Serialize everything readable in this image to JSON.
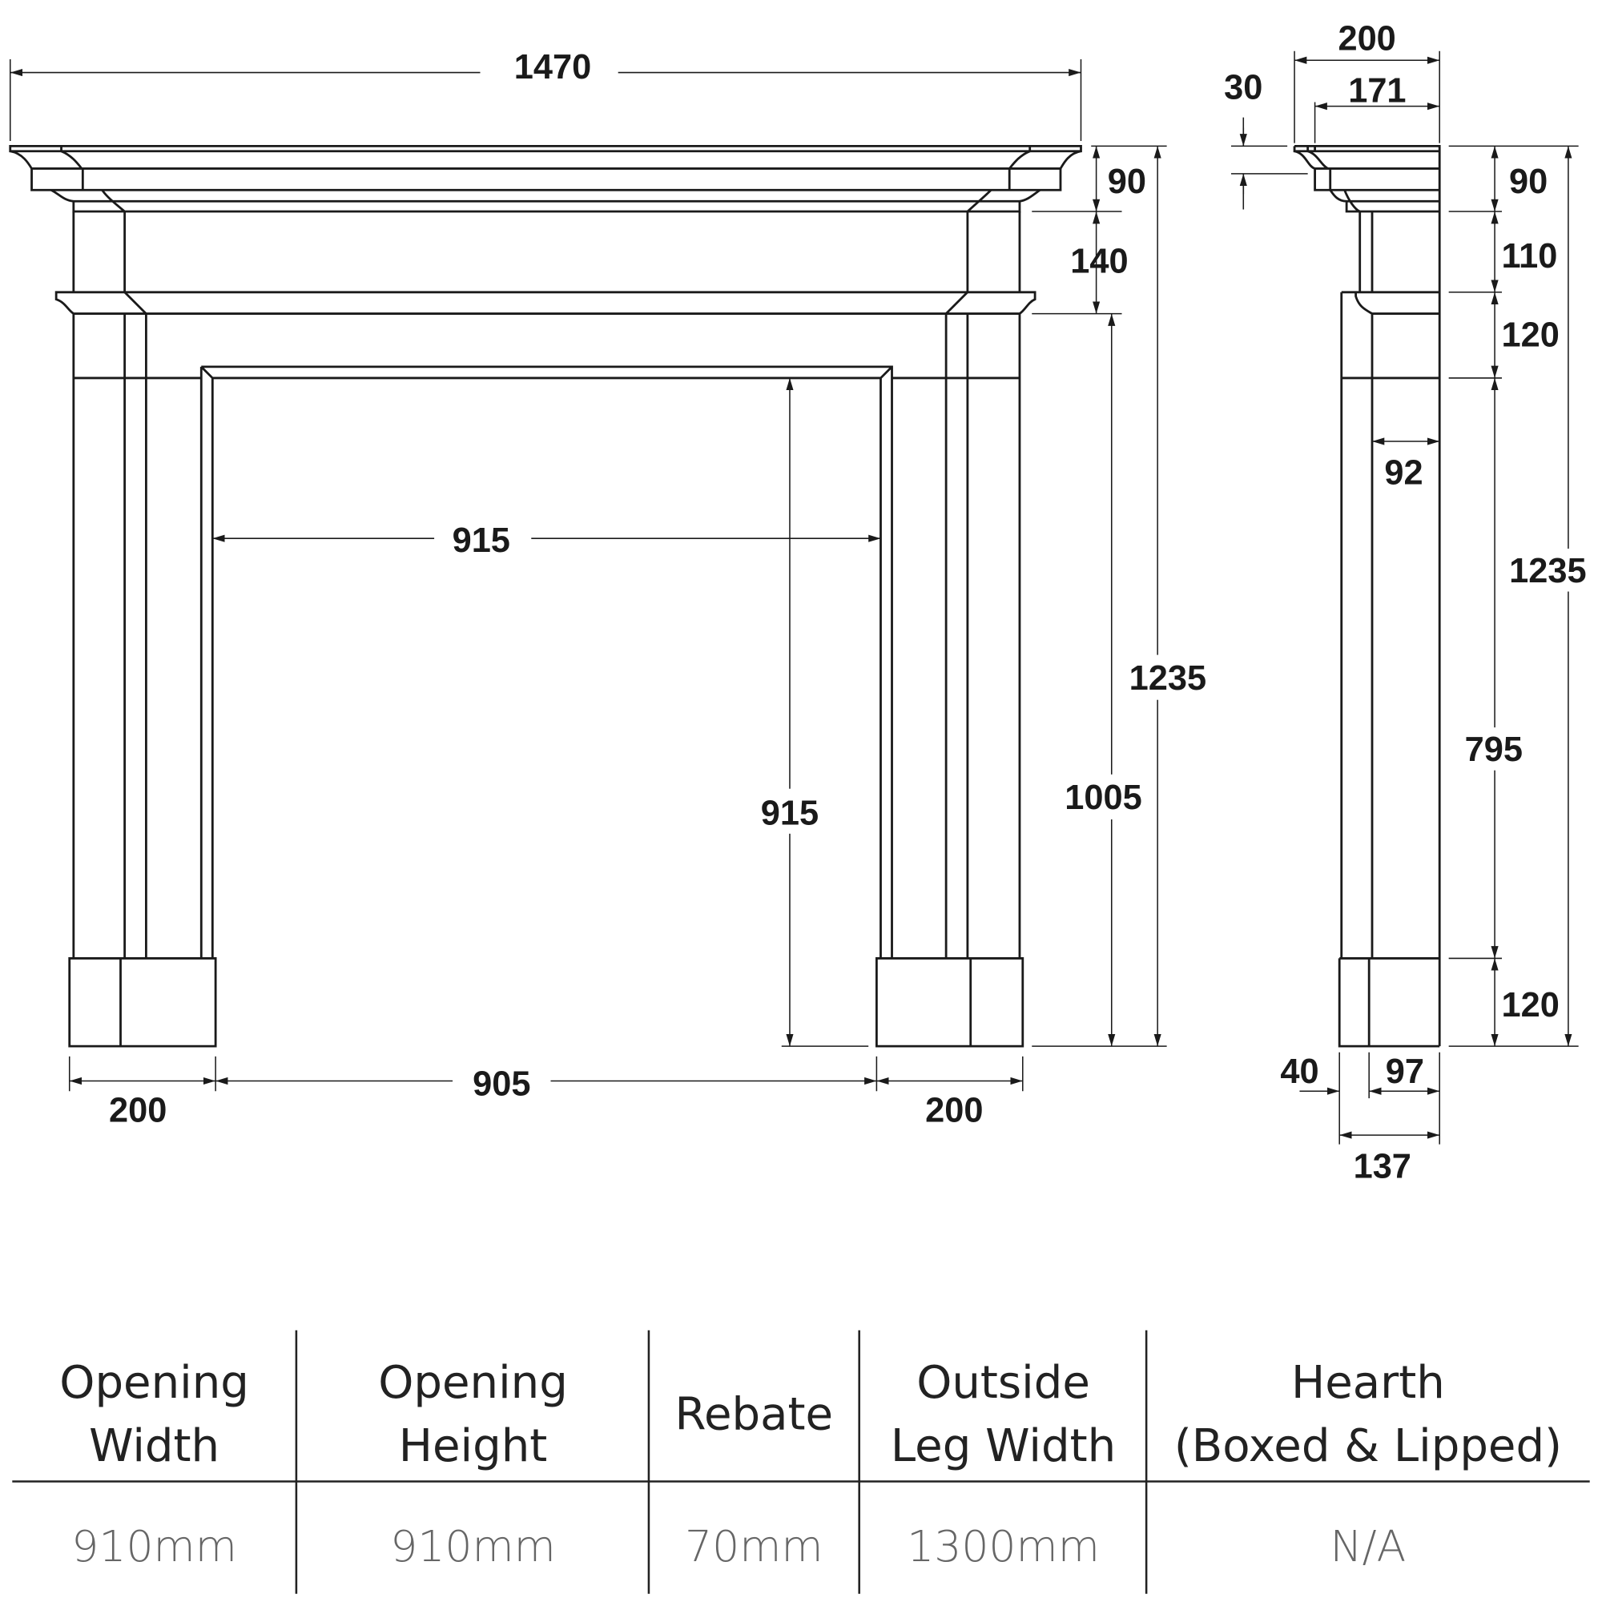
{
  "front_view": {
    "overall_width": "1470",
    "opening_width": "915",
    "opening_height": "915",
    "leg_height": "1005",
    "overall_height": "1235",
    "cornice_height": "90",
    "frieze_height": "140",
    "left_plinth_width": "200",
    "plinth_gap": "905",
    "right_plinth_width": "200"
  },
  "side_view": {
    "shelf_depth": "200",
    "cornice_depth": "171",
    "shelf_thickness": "30",
    "cornice_height": "90",
    "frieze_height": "110",
    "band_height": "120",
    "leg_height": "795",
    "plinth_height": "120",
    "overall_height": "1235",
    "leg_depth": "92",
    "plinth_projection": "40",
    "leg_base_depth": "97",
    "plinth_depth": "137"
  },
  "spec_table": {
    "headers": [
      {
        "line1": "Opening",
        "line2": "Width"
      },
      {
        "line1": "Opening",
        "line2": "Height"
      },
      {
        "line1": "Rebate",
        "line2": ""
      },
      {
        "line1": "Outside",
        "line2": "Leg Width"
      },
      {
        "line1": "Hearth",
        "line2": "(Boxed & Lipped)"
      }
    ],
    "values": [
      "910mm",
      "910mm",
      "70mm",
      "1300mm",
      "N/A"
    ]
  }
}
